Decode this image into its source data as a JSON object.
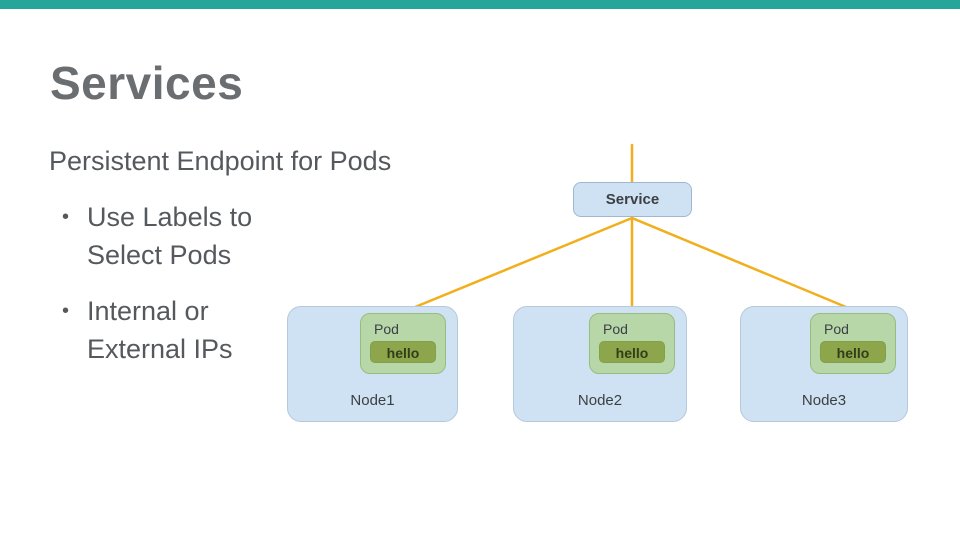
{
  "slide": {
    "title": "Services",
    "subtitle": "Persistent Endpoint for Pods",
    "bullets": [
      {
        "lines": [
          "Use Labels to",
          "Select Pods"
        ]
      },
      {
        "lines": [
          "Internal or",
          "External IPs"
        ]
      }
    ]
  },
  "diagram": {
    "service": {
      "label": "Service"
    },
    "nodes": [
      {
        "label": "Node1",
        "pod": {
          "label": "Pod",
          "badge": "hello"
        }
      },
      {
        "label": "Node2",
        "pod": {
          "label": "Pod",
          "badge": "hello"
        }
      },
      {
        "label": "Node3",
        "pod": {
          "label": "Pod",
          "badge": "hello"
        }
      }
    ]
  },
  "colors": {
    "accent_bar": "#26A69A",
    "title_text": "#6A6E71",
    "body_text": "#55595D",
    "connector": "#F2AF1D",
    "service_fill": "#CFE2F3",
    "service_border": "#9FB8D1",
    "node_fill": "#CFE2F3",
    "node_border": "#B6C8DB",
    "pod_fill": "#B7D7A9",
    "pod_border": "#96BD7E",
    "badge_fill": "#8DA64C",
    "badge_border": "#81A04A",
    "badge_text": "#333D1A",
    "box_text": "#3C4043"
  }
}
